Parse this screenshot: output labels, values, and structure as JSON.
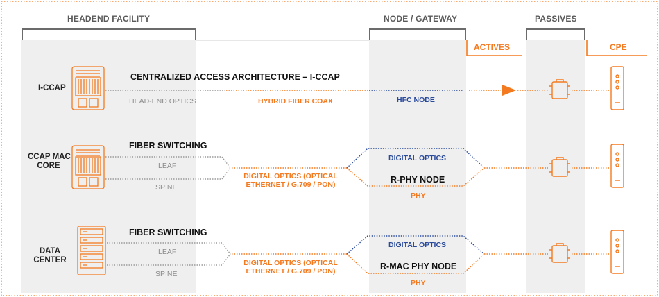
{
  "headers": {
    "headend": "HEADEND FACILITY",
    "node_gateway": "NODE / GATEWAY",
    "passives": "PASSIVES",
    "actives": "ACTIVES",
    "cpe": "CPE"
  },
  "rows": {
    "i_ccap": {
      "label": "I-CCAP",
      "title": "CENTRALIZED ACCESS ARCHITECTURE – I-CCAP",
      "optics": "HEAD-END OPTICS",
      "medium": "HYBRID FIBER COAX",
      "node": "HFC NODE"
    },
    "rphy": {
      "label_line1": "CCAP MAC",
      "label_line2": "CORE",
      "switching": "FIBER SWITCHING",
      "leaf": "LEAF",
      "spine": "SPINE",
      "optics_line1": "DIGITAL OPTICS (OPTICAL",
      "optics_line2": "ETHERNET / G.709 / PON)",
      "digital_optics": "DIGITAL OPTICS",
      "node": "R-PHY NODE",
      "phy": "PHY"
    },
    "rmac": {
      "label_line1": "DATA",
      "label_line2": "CENTER",
      "switching": "FIBER SWITCHING",
      "leaf": "LEAF",
      "spine": "SPINE",
      "optics_line1": "DIGITAL OPTICS (OPTICAL",
      "optics_line2": "ETHERNET / G.709 / PON)",
      "digital_optics": "DIGITAL OPTICS",
      "node": "R-MAC PHY NODE",
      "phy": "PHY"
    }
  },
  "colors": {
    "accent_orange": "#f47a20",
    "link_gray": "#9a9a9a",
    "link_blue": "#2a4a9c",
    "column_fill": "#efefef",
    "bracket_gray": "#6b6b6b"
  },
  "icons": {
    "ccap_chassis": "ccap-chassis-icon",
    "server_rack": "server-rack-icon",
    "amplifier": "amplifier-triangle-icon",
    "tap": "coax-tap-icon",
    "modem": "cable-modem-icon"
  }
}
